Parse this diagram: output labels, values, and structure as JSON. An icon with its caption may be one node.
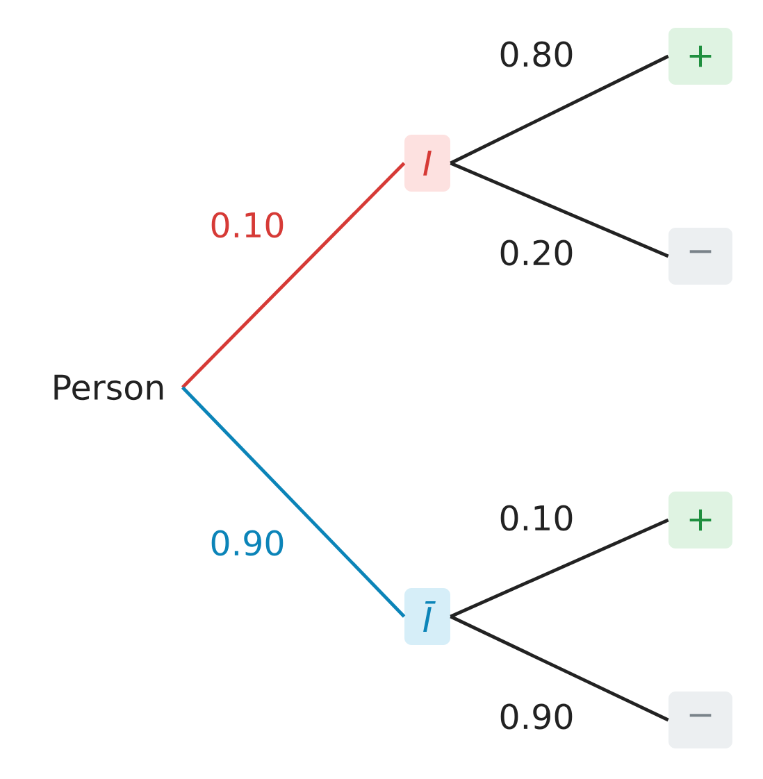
{
  "diagram": {
    "nodes": [
      {
        "text": [
          "Person"
        ]
      },
      {
        "text": [
          "I"
        ]
      },
      {
        "text": [
          "+"
        ]
      },
      {
        "text": [
          "−"
        ]
      },
      {
        "text": [
          "Ī"
        ]
      },
      {
        "text": [
          "+"
        ]
      },
      {
        "text": [
          "−"
        ]
      }
    ],
    "edges": [
      {
        "from": 0,
        "to": 1,
        "arrow": "none",
        "label": "0.10",
        "color": "#d63a36"
      },
      {
        "from": 0,
        "to": 4,
        "arrow": "none",
        "label": "0.90",
        "color": "#0b84b8"
      },
      {
        "from": 1,
        "to": 2,
        "arrow": "none",
        "label": "0.80"
      },
      {
        "from": 1,
        "to": 3,
        "arrow": "none",
        "label": "0.20"
      },
      {
        "from": 4,
        "to": 5,
        "arrow": "none",
        "label": "0.10"
      },
      {
        "from": 4,
        "to": 6,
        "arrow": "none",
        "label": "0.90"
      }
    ]
  }
}
